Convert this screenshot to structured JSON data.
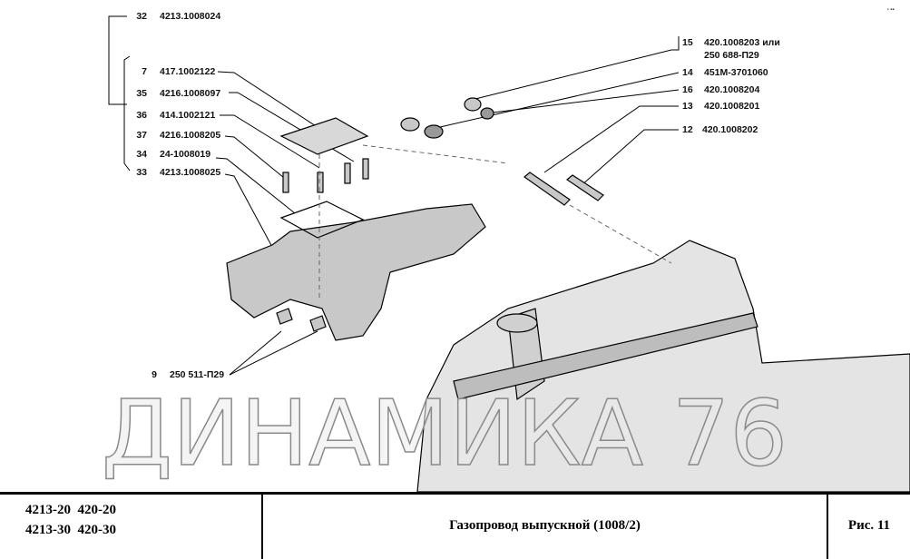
{
  "callouts_left": [
    {
      "num": "32",
      "code": "4213.1008024"
    },
    {
      "num": "7",
      "code": "417.1002122"
    },
    {
      "num": "35",
      "code": "4216.1008097"
    },
    {
      "num": "36",
      "code": "414.1002121"
    },
    {
      "num": "37",
      "code": "4216.1008205"
    },
    {
      "num": "34",
      "code": "24-1008019"
    },
    {
      "num": "33",
      "code": "4213.1008025"
    }
  ],
  "callout_bottom": {
    "num": "9",
    "code": "250 511-П29"
  },
  "callouts_right": [
    {
      "num": "15",
      "code": "420.1008203 или",
      "code2": "250 688-П29"
    },
    {
      "num": "14",
      "code": "451М-3701060"
    },
    {
      "num": "16",
      "code": "420.1008204"
    },
    {
      "num": "13",
      "code": "420.1008201"
    },
    {
      "num": "12",
      "code": "420.1008202"
    }
  ],
  "watermark": "ДИНАМИКА 76",
  "title_block": {
    "models": [
      [
        "4213-20",
        "420-20"
      ],
      [
        "4213-30",
        "420-30"
      ]
    ],
    "title": "Газопровод выпускной (1008/2)",
    "figure": "Рис. 11"
  }
}
